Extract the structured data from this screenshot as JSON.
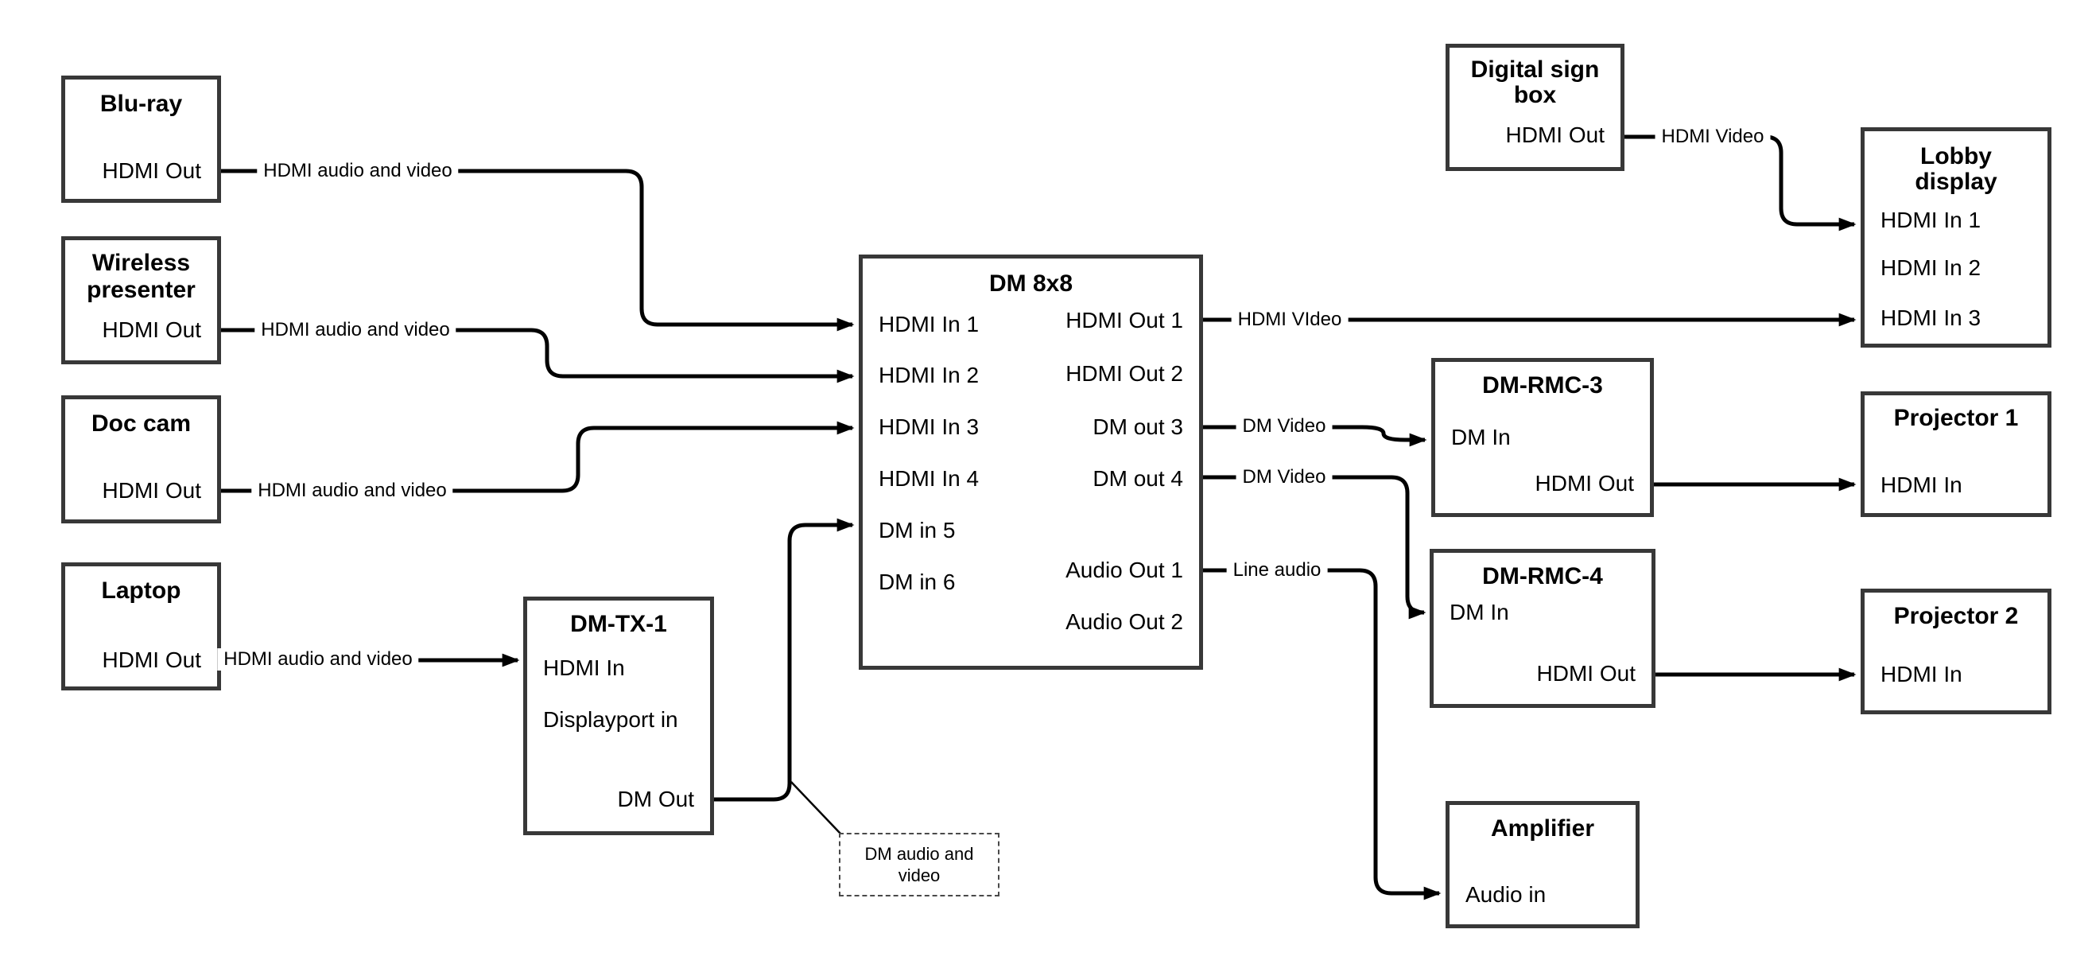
{
  "nodes": {
    "bluray": {
      "title": "Blu-ray",
      "ports": [
        "HDMI Out"
      ]
    },
    "wireless": {
      "title": "Wireless presenter",
      "ports": [
        "HDMI Out"
      ]
    },
    "doccam": {
      "title": "Doc cam",
      "ports": [
        "HDMI Out"
      ]
    },
    "laptop": {
      "title": "Laptop",
      "ports": [
        "HDMI Out"
      ]
    },
    "dmtx1": {
      "title": "DM-TX-1",
      "ports": [
        "HDMI In",
        "Displayport in",
        "DM Out"
      ]
    },
    "dm8x8": {
      "title": "DM 8x8",
      "inputs": [
        "HDMI In 1",
        "HDMI In 2",
        "HDMI In 3",
        "HDMI In 4",
        "DM in 5",
        "DM in 6"
      ],
      "outputs": [
        "HDMI Out 1",
        "HDMI Out 2",
        "DM out 3",
        "DM out 4",
        "Audio Out 1",
        "Audio Out 2"
      ]
    },
    "digital_sign": {
      "title": "Digital sign box",
      "ports": [
        "HDMI Out"
      ]
    },
    "lobby": {
      "title": "Lobby display",
      "ports": [
        "HDMI In 1",
        "HDMI In 2",
        "HDMI In 3"
      ]
    },
    "dmrmc3": {
      "title": "DM-RMC-3",
      "ports": [
        "DM In",
        "HDMI Out"
      ]
    },
    "projector1": {
      "title": "Projector 1",
      "ports": [
        "HDMI In"
      ]
    },
    "dmrmc4": {
      "title": "DM-RMC-4",
      "ports": [
        "DM In",
        "HDMI Out"
      ]
    },
    "projector2": {
      "title": "Projector 2",
      "ports": [
        "HDMI In"
      ]
    },
    "amplifier": {
      "title": "Amplifier",
      "ports": [
        "Audio in"
      ]
    }
  },
  "note": {
    "text": "DM audio and video"
  },
  "connections": [
    {
      "from": "Blu-ray HDMI Out",
      "to": "DM 8x8 HDMI In 1",
      "label": "HDMI audio and video"
    },
    {
      "from": "Wireless presenter HDMI Out",
      "to": "DM 8x8 HDMI In 2",
      "label": "HDMI audio and video"
    },
    {
      "from": "Doc cam HDMI Out",
      "to": "DM 8x8 HDMI In 3",
      "label": "HDMI audio and video"
    },
    {
      "from": "Laptop HDMI Out",
      "to": "DM-TX-1 HDMI In",
      "label": "HDMI audio and video"
    },
    {
      "from": "DM-TX-1 DM Out",
      "to": "DM 8x8 DM in 5",
      "label": ""
    },
    {
      "from": "DM 8x8 HDMI Out 1",
      "to": "Lobby display HDMI In 3",
      "label": "HDMI VIdeo"
    },
    {
      "from": "DM 8x8 DM out 3",
      "to": "DM-RMC-3 DM In",
      "label": "DM Video"
    },
    {
      "from": "DM 8x8 DM out 4",
      "to": "DM-RMC-4 DM In",
      "label": "DM Video"
    },
    {
      "from": "DM 8x8 Audio Out 1",
      "to": "Amplifier Audio in",
      "label": "Line audio"
    },
    {
      "from": "Digital sign box HDMI Out",
      "to": "Lobby display HDMI In 1",
      "label": "HDMI Video"
    },
    {
      "from": "DM-RMC-3 HDMI Out",
      "to": "Projector 1 HDMI In",
      "label": ""
    },
    {
      "from": "DM-RMC-4 HDMI Out",
      "to": "Projector 2 HDMI In",
      "label": ""
    }
  ],
  "colors": {
    "wire": "#000000",
    "box_border": "#383838",
    "text": "#000000",
    "background": "#ffffff",
    "note_border": "#4a4a4a"
  }
}
